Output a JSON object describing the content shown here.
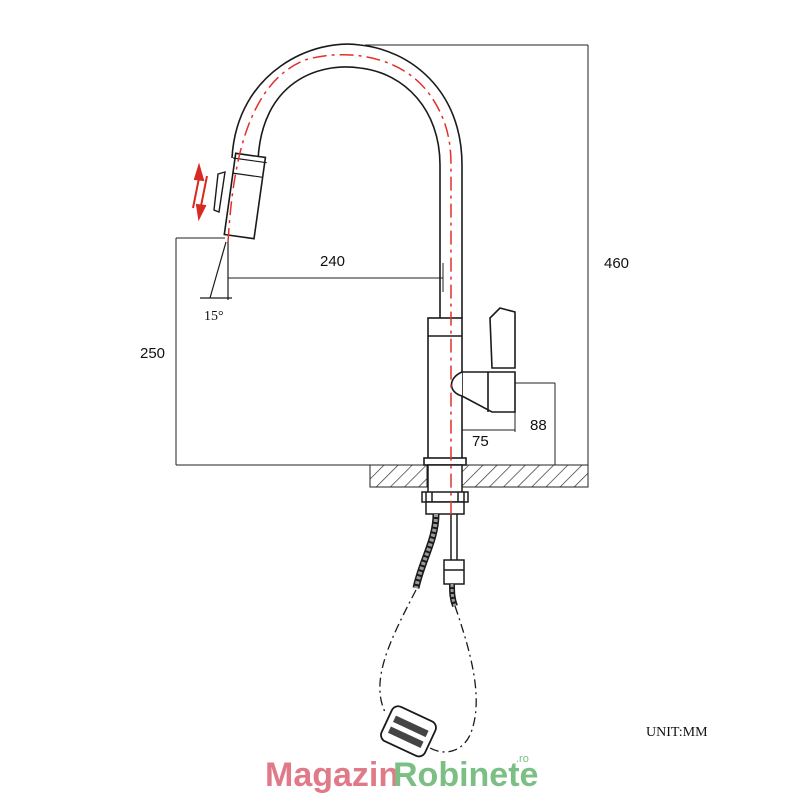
{
  "dimensions": {
    "total_height": "460",
    "spout_reach": "240",
    "spout_height": "250",
    "handle_offset": "75",
    "handle_height": "88",
    "spray_angle": "15°"
  },
  "unit_label": "UNIT:MM",
  "watermark": {
    "part1": "Magazin",
    "part2": "Robinete",
    "suffix": ".ro"
  },
  "colors": {
    "outline": "#1a1a1a",
    "centerline": "#e0302a",
    "arrow": "#d82a22",
    "watermark_part1": "#e07a88",
    "watermark_part2": "#7cbf84",
    "hose": "#7a7a7a"
  },
  "icons": {
    "pull_arrows": "double-arrow-icon"
  }
}
